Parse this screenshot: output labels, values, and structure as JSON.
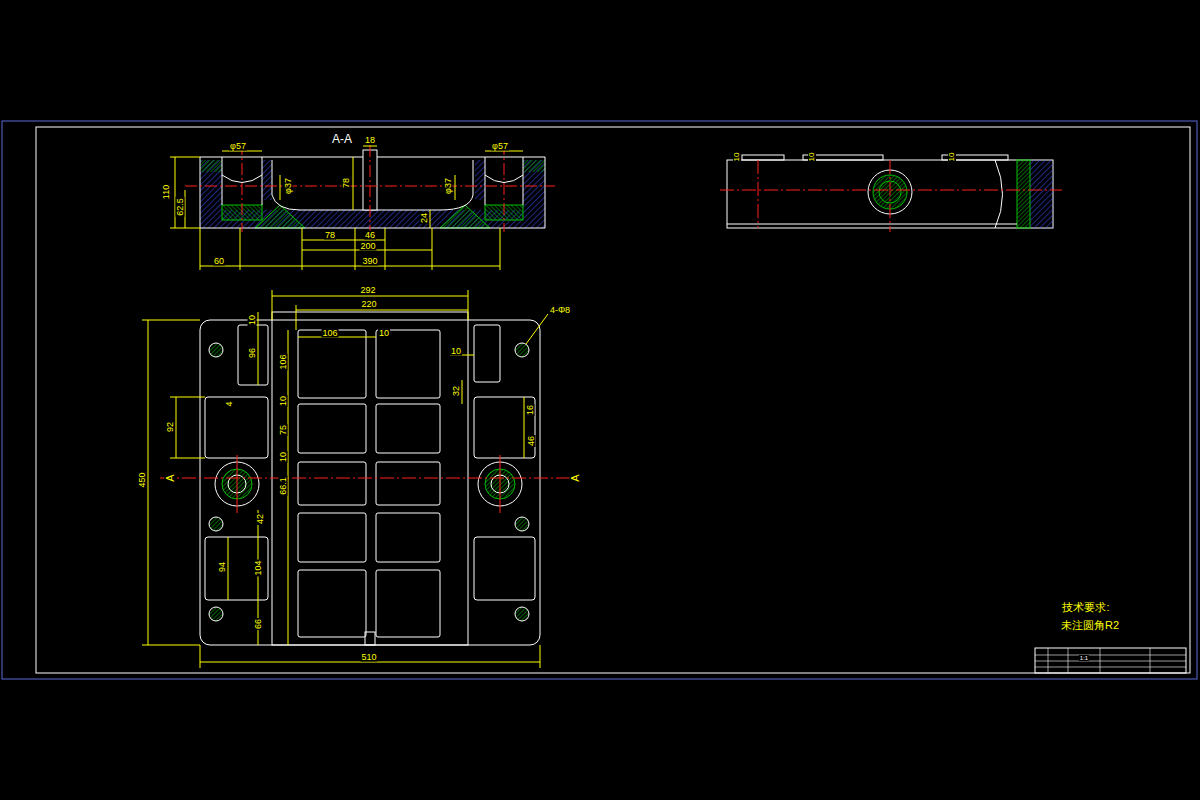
{
  "diagram": {
    "labels": [
      "A-A",
      "φ57",
      "18",
      "φ57",
      "110",
      "62.5",
      "φ37",
      "78",
      "φ37",
      "24",
      "78",
      "46",
      "200",
      "60",
      "390",
      "292",
      "220",
      "4-Φ8",
      "10",
      "106",
      "10",
      "96",
      "106",
      "10",
      "32",
      "10",
      "16",
      "46",
      "92",
      "4",
      "75",
      "10",
      "450",
      "A",
      "A",
      "66.1",
      "42",
      "94",
      "104",
      "66",
      "510",
      "10",
      "10",
      "10",
      "技术要求:",
      "未注圆角R2",
      "1:1"
    ]
  }
}
